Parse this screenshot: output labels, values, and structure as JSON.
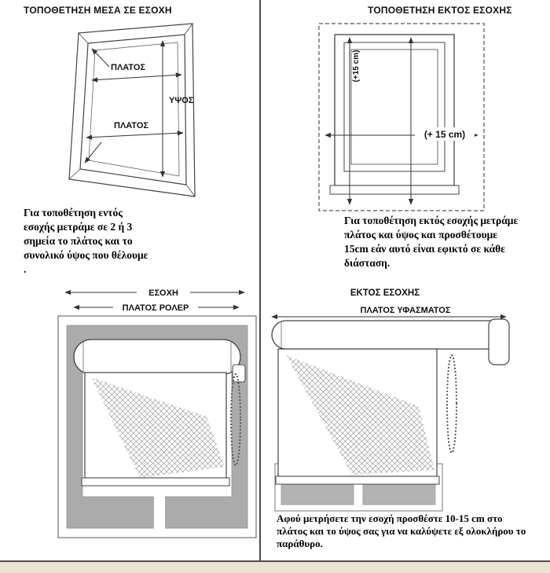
{
  "colors": {
    "divider": "#4d4d4d",
    "footer_band": "#e9e3d1",
    "wall_gray": "#ababab",
    "line": "#444444"
  },
  "inside_recess": {
    "title": "ΤΟΠΟΘΕΤΗΣΗ ΜΕΣΑ ΣΕ ΕΣΟΧΗ",
    "width_label_top": "ΠΛΑΤΟΣ",
    "width_label_bottom": "ΠΛΑΤΟΣ",
    "height_label": "ΥΨΟΣ",
    "caption": "Για τοποθέτηση εντός εσοχής μετράμε σε 2 ή 3 σημεία το πλάτος και το συνολικό ύψος που θέλουμε ."
  },
  "outside_recess": {
    "title": "ΤΟΠΟΘΕΤΗΣΗ ΕΚΤΟΣ ΕΣΟΧΗΣ",
    "height_add_label": "(+15 cm)",
    "width_add_label": "(+ 15 cm)",
    "caption": "Για τοποθέτηση εκτός εσοχής μετράμε πλάτος και ύψος και προσθέτουμε 15cm εάν αυτό είναι εφικτό σε κάθε διάσταση."
  },
  "roller_inside": {
    "recess_label": "ΕΣΟΧΗ",
    "roller_width_label": "ΠΛΑΤΟΣ ΡΟΛΕΡ"
  },
  "roller_outside": {
    "title_label": "ΕΚΤΟΣ ΕΣΟΧΗΣ",
    "fabric_width_label": "ΠΛΑΤΟΣ ΥΦΑΣΜΑΤΟΣ",
    "caption": "Αφού μετρήσετε την εσοχή προσθέστε 10-15 cm στο πλάτος και το ύψος σας για να καλύψετε εξ ολοκλήρου το παράθυρο."
  }
}
